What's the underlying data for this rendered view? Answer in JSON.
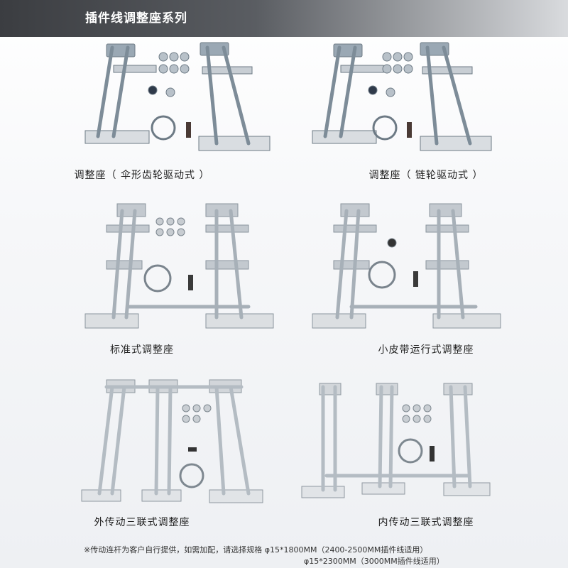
{
  "header": {
    "title": "插件线调整座系列"
  },
  "items": [
    {
      "caption": "调整座（ 伞形齿轮驱动式 ）"
    },
    {
      "caption": "调整座（ 链轮驱动式 ）"
    },
    {
      "caption": "标准式调整座"
    },
    {
      "caption": "小皮带运行式调整座"
    },
    {
      "caption": "外传动三联式调整座"
    },
    {
      "caption": "内传动三联式调整座"
    }
  ],
  "note": {
    "line1": "※传动连杆为客户自行提供，如需加配，请选择规格 φ15*1800MM（2400-2500MM插件线适用）",
    "line2": "φ15*2300MM（3000MM插件线适用）"
  }
}
